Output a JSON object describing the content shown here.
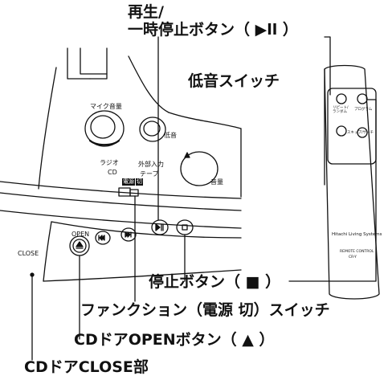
{
  "callouts": {
    "play_pause_line1": "再生/",
    "play_pause_line2": "一時停止ボタン（ ▶ll ）",
    "bass_switch": "低音スイッチ",
    "stop_button": "停止ボタン（ ■ ）",
    "function_switch": "ファンクション（電源 切）スイッチ",
    "cd_open_button": "CDドアOPENボタン（ ▲ ）",
    "cd_close_part": "CDドアCLOSE部"
  },
  "unit_labels": {
    "mic_volume": "マイク音量",
    "bass": "低音",
    "volume": "音量",
    "radio": "ラジオ",
    "cd": "CD",
    "external_input": "外部入力",
    "tape": "テープ",
    "power": "電源",
    "off": "切",
    "open": "OPEN",
    "close": "CLOSE"
  },
  "remote": {
    "btn_repeat_random": "リピート/\nランダム",
    "btn_program": "プログラム",
    "btn_skip_search": "スキップ/サーチ",
    "brand": "Hitachi Living Systems",
    "model_label": "REMOTE CONTROL",
    "model": "CR-Y"
  }
}
